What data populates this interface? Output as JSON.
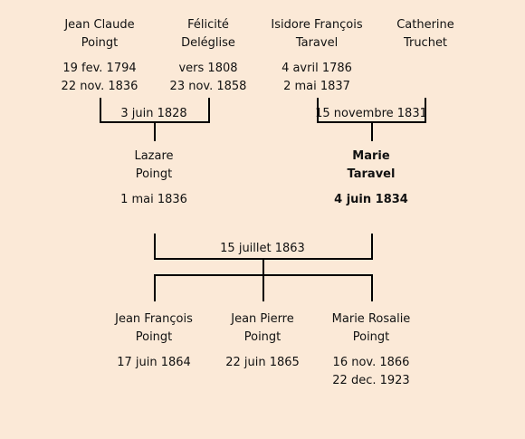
{
  "generation1": [
    {
      "name1": "Jean Claude",
      "name2": "Poingt",
      "date1": "19 fev. 1794",
      "date2": "22 nov. 1836"
    },
    {
      "name1": "Félicité",
      "name2": "Deléglise",
      "date1": "vers 1808",
      "date2": "23 nov. 1858"
    },
    {
      "name1": "Isidore François",
      "name2": "Taravel",
      "date1": "4 avril 1786",
      "date2": "2 mai 1837"
    },
    {
      "name1": "Catherine",
      "name2": "Truchet",
      "date1": "",
      "date2": ""
    }
  ],
  "marriages": {
    "left": "3 juin 1828",
    "right": "15 novembre 1831",
    "center": "15 juillet 1863"
  },
  "generation2": [
    {
      "name1": "Lazare",
      "name2": "Poingt",
      "date1": "1 mai 1836",
      "date2": ""
    },
    {
      "name1": "Marie",
      "name2": "Taravel",
      "date1": "4 juin 1834",
      "date2": ""
    }
  ],
  "generation3": [
    {
      "name1": "Jean François",
      "name2": "Poingt",
      "date1": "17 juin 1864",
      "date2": ""
    },
    {
      "name1": "Jean Pierre",
      "name2": "Poingt",
      "date1": "22 juin 1865",
      "date2": ""
    },
    {
      "name1": "Marie Rosalie",
      "name2": "Poingt",
      "date1": "16 nov. 1866",
      "date2": "22 dec. 1923"
    }
  ]
}
